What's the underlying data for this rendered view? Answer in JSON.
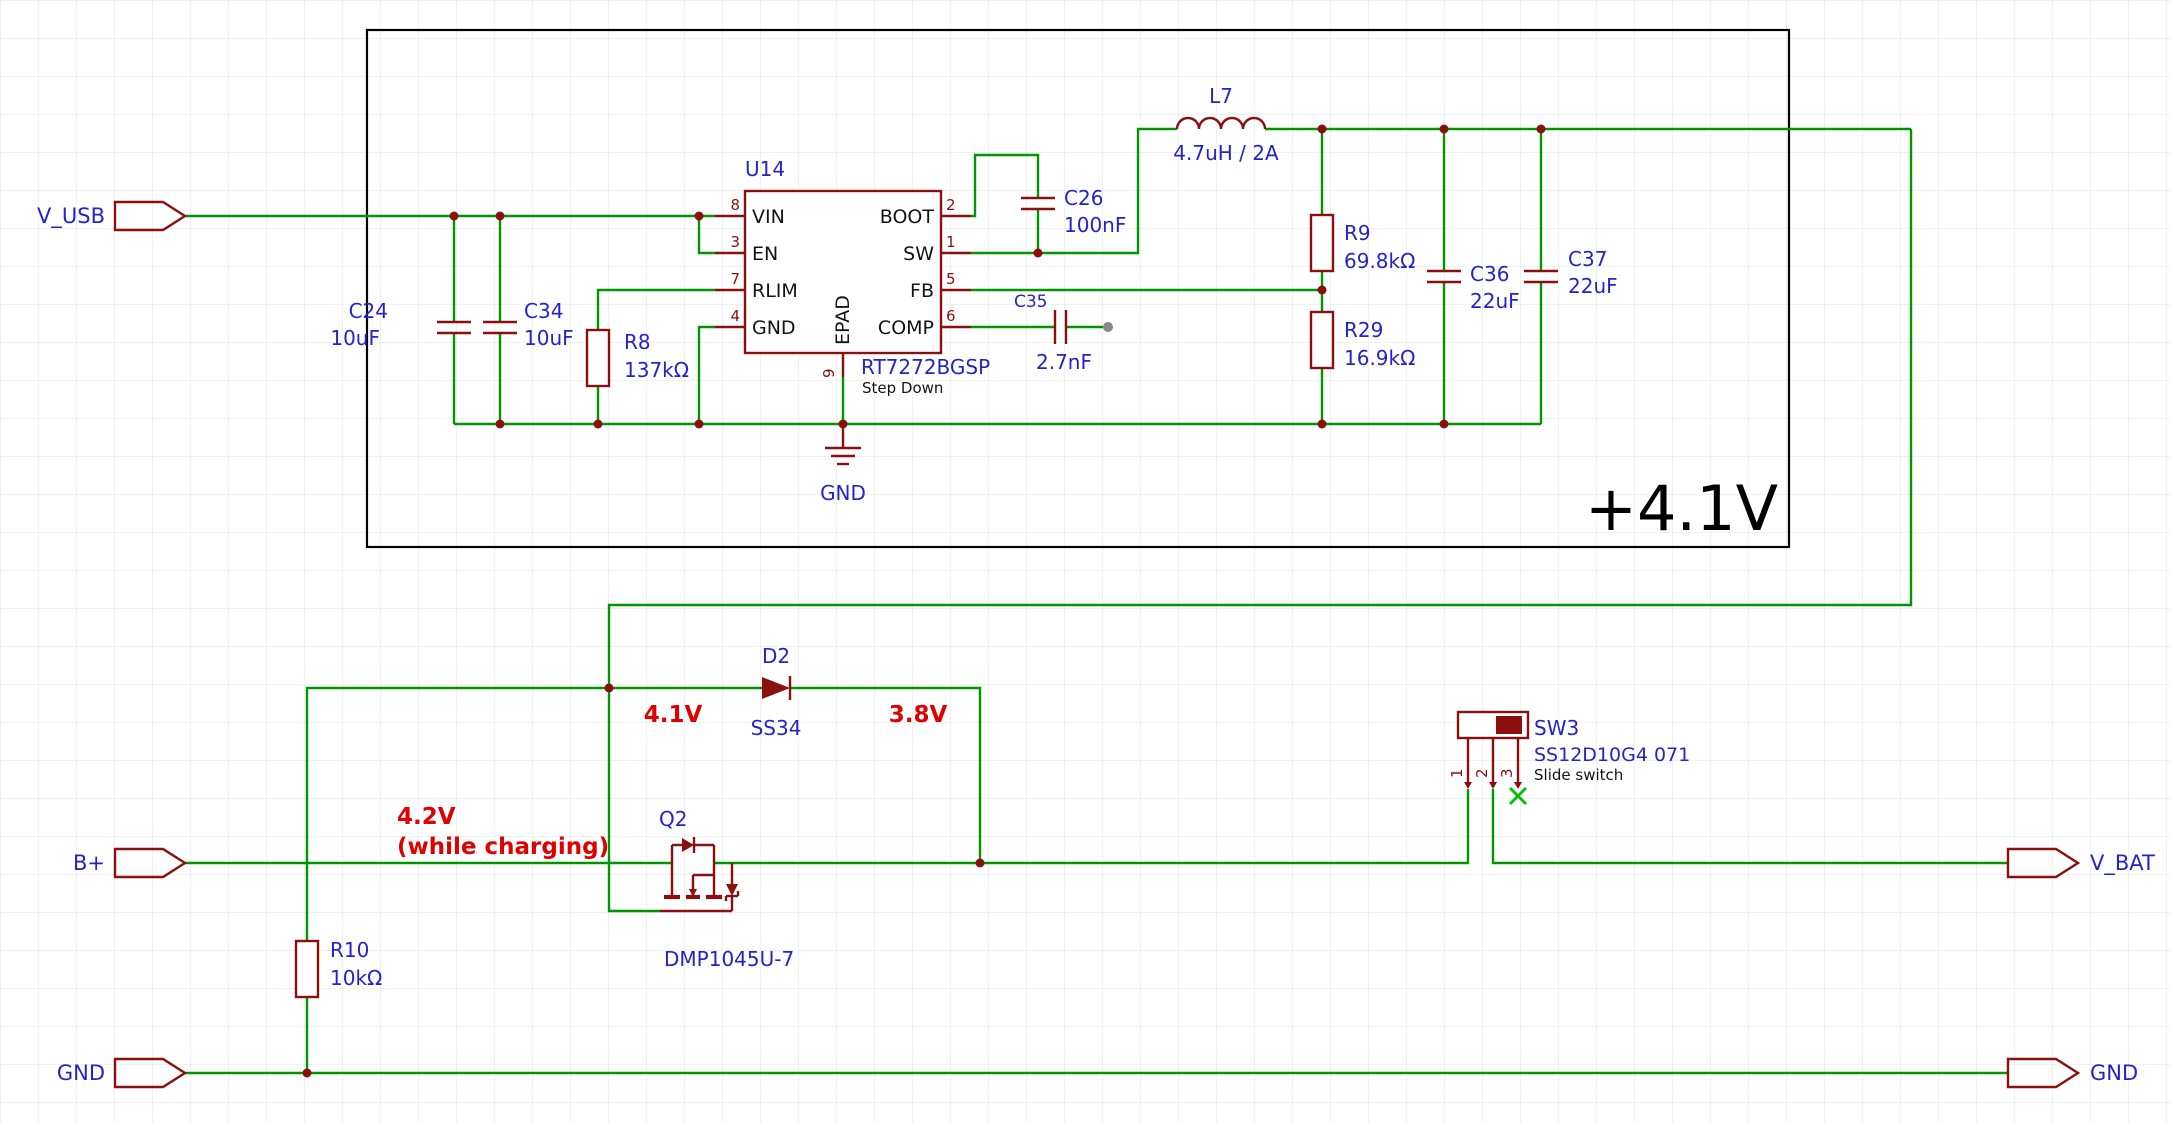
{
  "colors": {
    "wire_green": "#009600",
    "symbol_red": "#8b0f0f",
    "label_blue": "#2323cc",
    "annotation_red": "#e00000",
    "no_connect_green": "#00c200",
    "open_end_grey": "#878787",
    "outline_black": "#000000"
  },
  "ports": {
    "v_usb": "V_USB",
    "b_plus": "B+",
    "gnd_left": "GND",
    "v_bat": "V_BAT",
    "gnd_right": "GND"
  },
  "rail_label": "+4.1V",
  "gnd_net_label": "GND",
  "annotations": {
    "diode_in": "4.1V",
    "diode_out": "3.8V",
    "battery": "4.2V",
    "battery2": "(while charging)"
  },
  "components": {
    "u14": {
      "ref": "U14",
      "value": "RT7272BGSP",
      "desc": "Step Down",
      "pins_left": [
        {
          "num": "8",
          "name": "VIN"
        },
        {
          "num": "3",
          "name": "EN"
        },
        {
          "num": "7",
          "name": "RLIM"
        },
        {
          "num": "4",
          "name": "GND"
        }
      ],
      "pins_right": [
        {
          "num": "2",
          "name": "BOOT"
        },
        {
          "num": "1",
          "name": "SW"
        },
        {
          "num": "5",
          "name": "FB"
        },
        {
          "num": "6",
          "name": "COMP"
        }
      ],
      "pin_bottom": {
        "num": "9",
        "name": "EPAD"
      }
    },
    "c24": {
      "ref": "C24",
      "value": "10uF"
    },
    "c34": {
      "ref": "C34",
      "value": "10uF"
    },
    "c26": {
      "ref": "C26",
      "value": "100nF"
    },
    "c35": {
      "ref": "C35",
      "value": "2.7nF"
    },
    "c36": {
      "ref": "C36",
      "value": "22uF"
    },
    "c37": {
      "ref": "C37",
      "value": "22uF"
    },
    "r8": {
      "ref": "R8",
      "value": "137kΩ"
    },
    "r9": {
      "ref": "R9",
      "value": "69.8kΩ"
    },
    "r29": {
      "ref": "R29",
      "value": "16.9kΩ"
    },
    "r10": {
      "ref": "R10",
      "value": "10kΩ"
    },
    "l7": {
      "ref": "L7",
      "value": "4.7uH / 2A"
    },
    "d2": {
      "ref": "D2",
      "value": "SS34"
    },
    "q2": {
      "ref": "Q2",
      "value": "DMP1045U-7"
    },
    "sw3": {
      "ref": "SW3",
      "value": "SS12D10G4 071",
      "desc": "Slide switch",
      "pins": [
        "1",
        "2",
        "3"
      ]
    }
  }
}
